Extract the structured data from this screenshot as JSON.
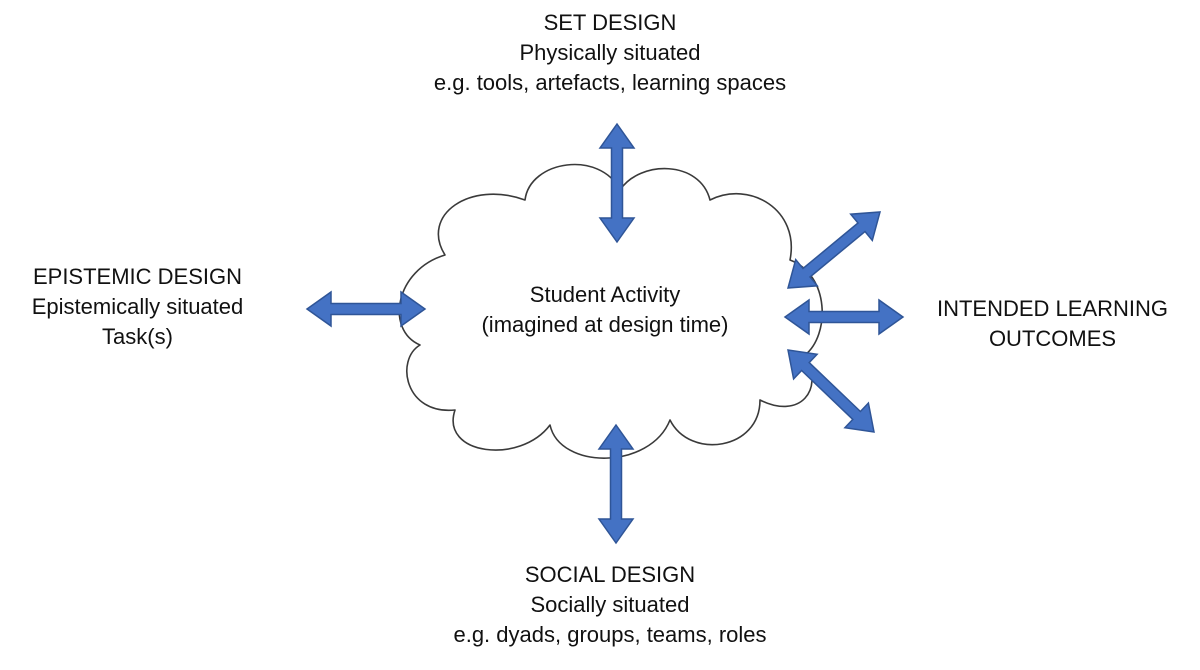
{
  "colors": {
    "arrow_fill": "#4472c4",
    "arrow_stroke": "#2f5597",
    "cloud_stroke": "#3a3a3a",
    "text": "#111111"
  },
  "center": {
    "line1": "Student Activity",
    "line2": "(imagined at design time)"
  },
  "set_design": {
    "title": "SET DESIGN",
    "subtitle": "Physically situated",
    "examples": "e.g. tools, artefacts, learning spaces"
  },
  "epistemic_design": {
    "title": "EPISTEMIC DESIGN",
    "subtitle": "Epistemically situated",
    "examples": "Task(s)"
  },
  "social_design": {
    "title": "SOCIAL DESIGN",
    "subtitle": "Socially situated",
    "examples": "e.g. dyads, groups, teams, roles"
  },
  "outcomes": {
    "line1": "INTENDED LEARNING",
    "line2": "OUTCOMES"
  }
}
